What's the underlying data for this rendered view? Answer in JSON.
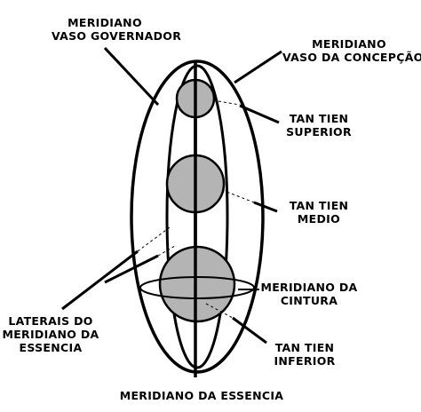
{
  "labels": {
    "governing_vessel": {
      "line1": "MERIDIANO",
      "line2": "VASO GOVERNADOR"
    },
    "conception_vessel": {
      "line1": "MERIDIANO",
      "line2": "VASO DA CONCEPÇÃO"
    },
    "upper_tan_tien": {
      "line1": "TAN TIEN",
      "line2": "SUPERIOR"
    },
    "middle_tan_tien": {
      "line1": "TAN TIEN",
      "line2": "MEDIO"
    },
    "belt_meridian": {
      "line1": "MERIDIANO DA",
      "line2": "CINTURA"
    },
    "lower_tan_tien": {
      "line1": "TAN TIEN",
      "line2": "INFERIOR"
    },
    "lateral_meridians": {
      "line1": "LATERAIS DO",
      "line2": "MERIDIANO DA",
      "line3": "ESSENCIA"
    },
    "essence_meridian": {
      "line1": "MERIDIANO DA ESSENCIA"
    }
  },
  "colors": {
    "line": "#000000",
    "sphere_fill": "#b4b4b4",
    "background": "#ffffff"
  }
}
